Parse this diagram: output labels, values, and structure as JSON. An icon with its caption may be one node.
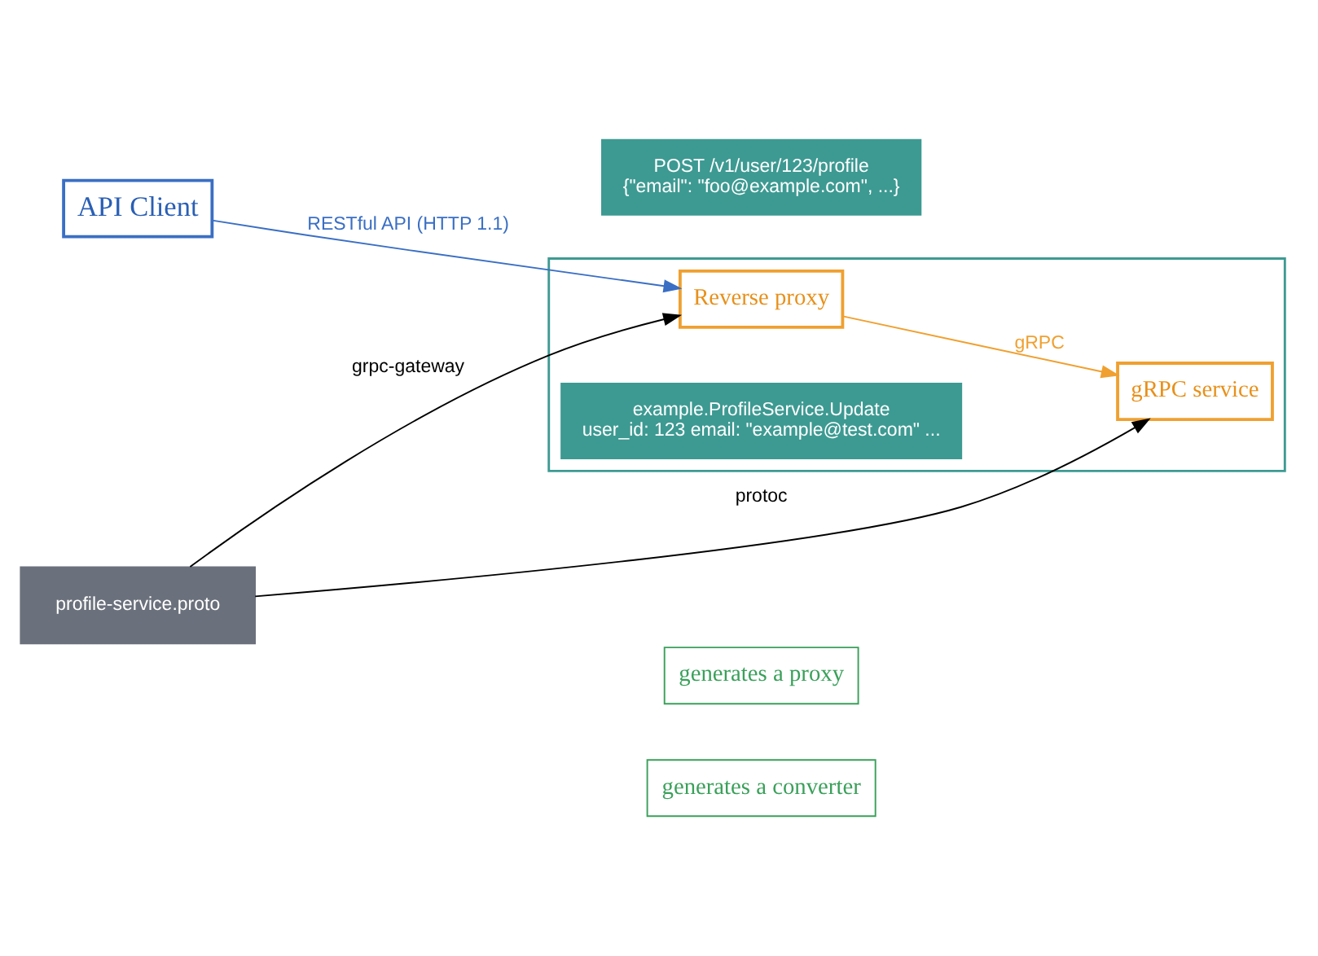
{
  "diagram": {
    "nodes": [
      {
        "text": [
          "API Client"
        ]
      },
      {
        "text": [
          "POST /v1/user/123/profile",
          "{\"email\": \"foo@example.com\", ...}"
        ]
      },
      {
        "text": [],
        "shape": "box"
      },
      {
        "text": [
          "Reverse proxy"
        ],
        "in": 2
      },
      {
        "text": [
          "generates a proxy"
        ]
      },
      {
        "text": [
          "profile-service.proto"
        ]
      },
      {
        "text": [
          "example.ProfileService.Update",
          "user_id: 123 email: \"example@test.com\" ..."
        ],
        "in": 2
      },
      {
        "text": [
          "generates a converter"
        ]
      },
      {
        "text": [
          "gRPC service"
        ],
        "in": 2
      }
    ],
    "edges": [
      {
        "from": 0,
        "to": 3,
        "arrow": "to",
        "label": "RESTful API (HTTP 1.1)",
        "color": "#3a6fc4"
      },
      {
        "from": 5,
        "to": 3,
        "arrow": "to",
        "label": "grpc-gateway"
      },
      {
        "from": 3,
        "to": 8,
        "arrow": "to",
        "label": "gRPC",
        "color": "#f0a030"
      },
      {
        "from": 5,
        "to": 8,
        "arrow": "to",
        "label": "protoc"
      }
    ]
  }
}
